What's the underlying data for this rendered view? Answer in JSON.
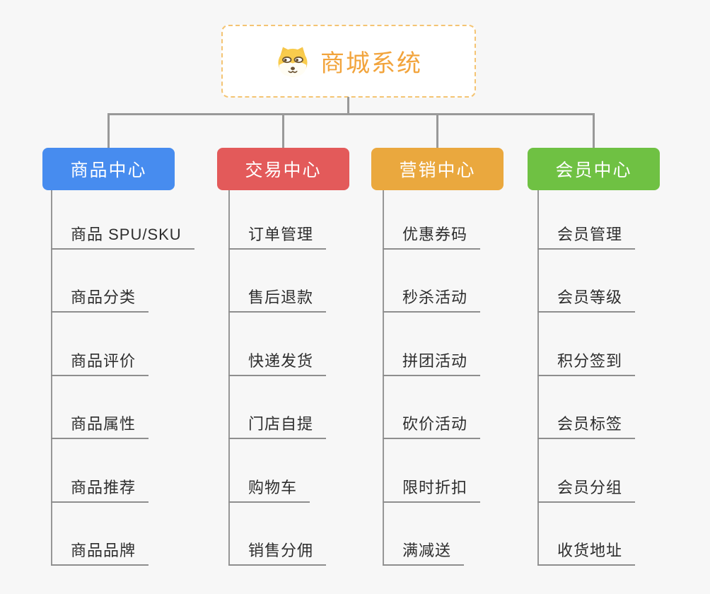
{
  "root": {
    "title": "商城系统",
    "icon": "shiba-dog-icon",
    "text_color": "#F2A43C",
    "border_color": "#F4C473"
  },
  "background_color": "#F7F7F7",
  "connector_color": "#999999",
  "item_text_color": "#2E2E2E",
  "item_line_color": "#8E8E8E",
  "branches": [
    {
      "id": "product-center",
      "label": "商品中心",
      "color": "#478CEF",
      "items": [
        "商品 SPU/SKU",
        "商品分类",
        "商品评价",
        "商品属性",
        "商品推荐",
        "商品品牌"
      ]
    },
    {
      "id": "trade-center",
      "label": "交易中心",
      "color": "#E35A5A",
      "items": [
        "订单管理",
        "售后退款",
        "快递发货",
        "门店自提",
        "购物车",
        "销售分佣"
      ]
    },
    {
      "id": "marketing-center",
      "label": "营销中心",
      "color": "#EAA83E",
      "items": [
        "优惠券码",
        "秒杀活动",
        "拼团活动",
        "砍价活动",
        "限时折扣",
        "满减送"
      ]
    },
    {
      "id": "member-center",
      "label": "会员中心",
      "color": "#6FC143",
      "items": [
        "会员管理",
        "会员等级",
        "积分签到",
        "会员标签",
        "会员分组",
        "收货地址"
      ]
    }
  ]
}
